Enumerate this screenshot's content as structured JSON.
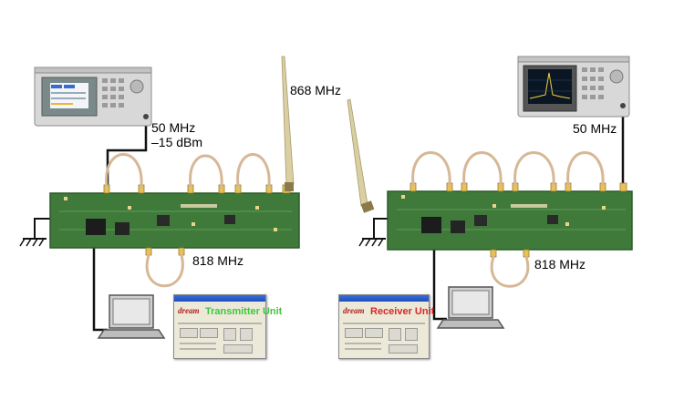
{
  "labels": {
    "tx_input_freq": "50 MHz",
    "tx_input_power": "–15 dBm",
    "antenna_freq": "868 MHz",
    "tx_loop_freq": "818 MHz",
    "rx_output_freq": "50 MHz",
    "rx_loop_freq": "818 MHz"
  },
  "tx_window": {
    "title": "Transmitter Unit",
    "logo": "dream"
  },
  "rx_window": {
    "title": "Receiver Unit",
    "logo": "dream"
  },
  "colors": {
    "board": "#3f7a3a",
    "board_edge": "#2c5a29",
    "cable": "#d6b896",
    "cable_inner": "#b58f69",
    "tx_title": "#3ec63e",
    "rx_title": "#d62828"
  }
}
